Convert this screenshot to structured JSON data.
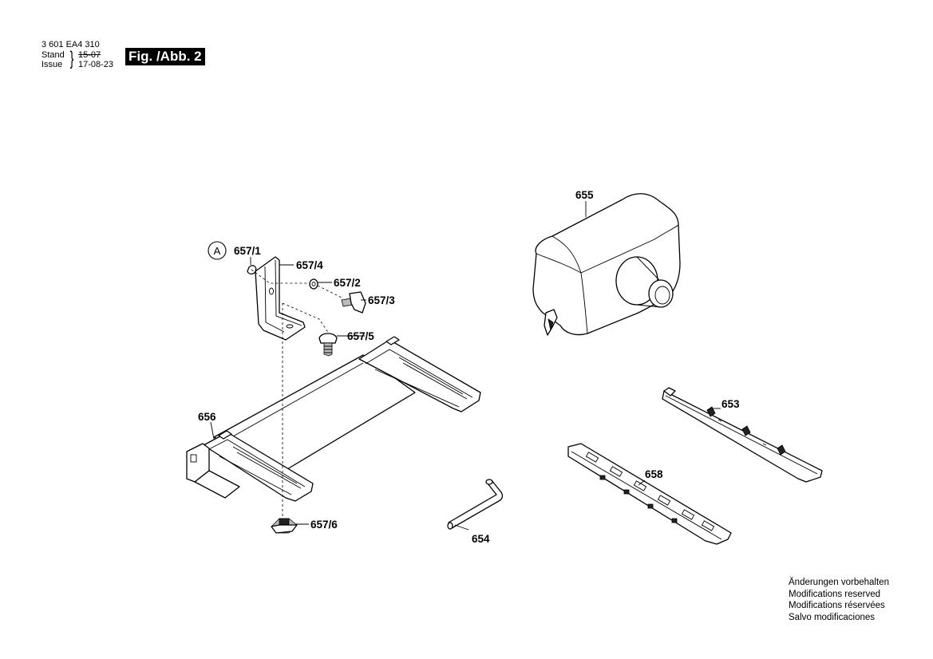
{
  "header": {
    "document_number": "3 601 EA4 310",
    "stand_label": "Stand",
    "issue_label": "Issue",
    "superseded_date": "15-07",
    "issue_date": "17-08-23",
    "figure_label": "Fig. /Abb. 2"
  },
  "callouts": {
    "detail_marker": "A",
    "p657_1": "657/1",
    "p657_4": "657/4",
    "p657_2": "657/2",
    "p657_3": "657/3",
    "p657_5": "657/5",
    "p656": "656",
    "p657_6": "657/6",
    "p654": "654",
    "p655": "655",
    "p653": "653",
    "p658": "658"
  },
  "notes": [
    "Änderungen vorbehalten",
    "Modifications reserved",
    "Modifications réservées",
    "Salvo modificaciones"
  ]
}
